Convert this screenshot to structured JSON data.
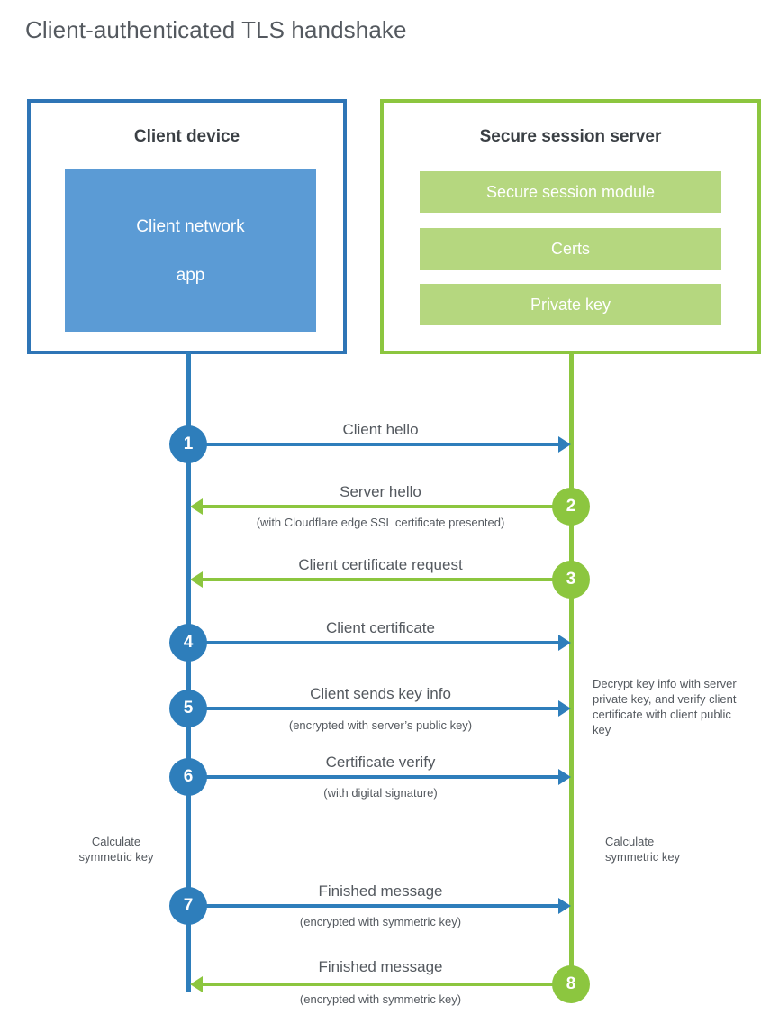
{
  "title": "Client-authenticated TLS handshake",
  "colors": {
    "client_border": "#2e75b6",
    "client_fill": "#5b9bd5",
    "client_line": "#2e7ebb",
    "server_border": "#8cc63f",
    "server_fill": "#b5d77f",
    "server_line": "#8cc63f",
    "text": "#54595f"
  },
  "client": {
    "title": "Client device",
    "app_label": "Client network\napp",
    "app_label_line1": "Client network",
    "app_label_line2": "app"
  },
  "server": {
    "title": "Secure session server",
    "bars": [
      {
        "label": "Secure session module"
      },
      {
        "label": "Certs"
      },
      {
        "label": "Private key"
      }
    ]
  },
  "steps": [
    {
      "number": "1",
      "direction": "client-to-server",
      "label": "Client hello",
      "sub": ""
    },
    {
      "number": "2",
      "direction": "server-to-client",
      "label": "Server hello",
      "sub": "(with Cloudflare edge SSL certificate presented)"
    },
    {
      "number": "3",
      "direction": "server-to-client",
      "label": "Client certificate request",
      "sub": ""
    },
    {
      "number": "4",
      "direction": "client-to-server",
      "label": "Client certificate",
      "sub": ""
    },
    {
      "number": "5",
      "direction": "client-to-server",
      "label": "Client sends key info",
      "sub": "(encrypted with server’s public key)"
    },
    {
      "number": "6",
      "direction": "client-to-server",
      "label": "Certificate verify",
      "sub": "(with digital signature)"
    },
    {
      "number": "7",
      "direction": "client-to-server",
      "label": "Finished message",
      "sub": "(encrypted with symmetric key)"
    },
    {
      "number": "8",
      "direction": "server-to-client",
      "label": "Finished message",
      "sub": "(encrypted with symmetric key)"
    }
  ],
  "annotations": {
    "server_decrypt": "Decrypt key info with server private key, and verify client certificate with client public key",
    "client_calculate_line1": "Calculate",
    "client_calculate_line2": "symmetric key",
    "server_calculate_line1": "Calculate",
    "server_calculate_line2": "symmetric key"
  }
}
